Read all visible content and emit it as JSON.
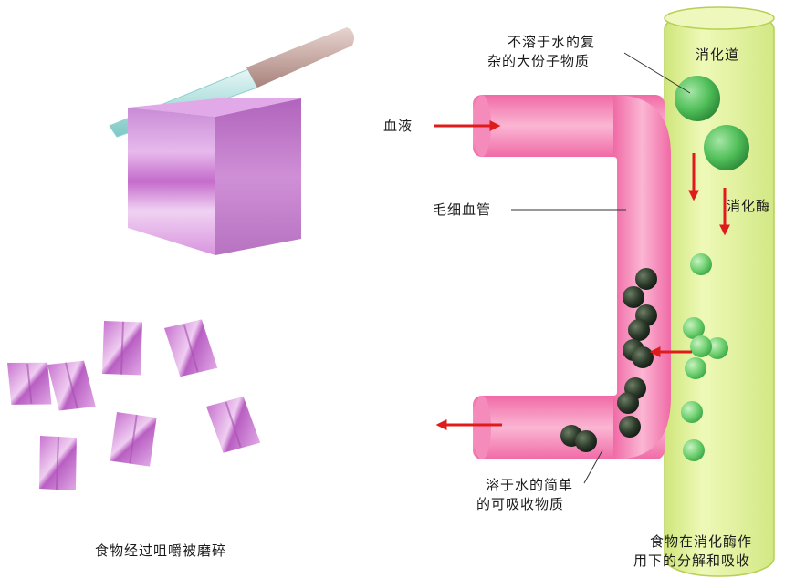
{
  "left": {
    "caption": "食物经过咀嚼被磨碎"
  },
  "right": {
    "labels": {
      "insoluble_line1": "不溶于水的复",
      "insoluble_line2": "杂的大份子物质",
      "digestive_tract": "消化道",
      "blood": "血液",
      "capillary": "毛细血管",
      "enzyme": "消化酶",
      "soluble_line1": "溶于水的简单",
      "soluble_line2": "的可吸收物质",
      "caption_line1": "食物在消化酶作",
      "caption_line2": "用下的分解和吸收"
    }
  },
  "colors": {
    "arrow": "#e01b1b",
    "capillary": "#f47fb0",
    "tract": "#dff09a",
    "large_molecule": "#4fbe58",
    "absorbed_molecule": "#2c3a2a",
    "food_cube": "#d58ad8"
  }
}
